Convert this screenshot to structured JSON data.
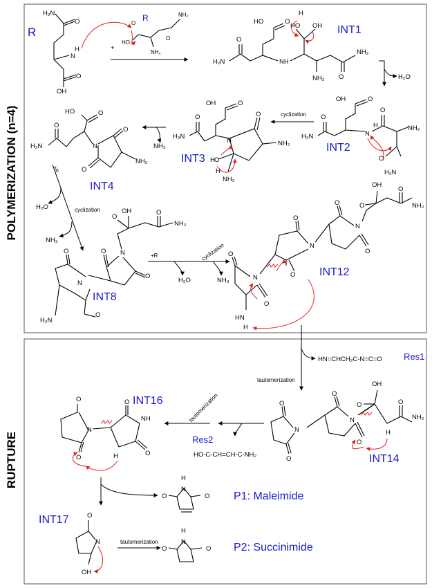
{
  "sections": {
    "polymerization": "POLYMERIZATION (n=4)",
    "rupture": "RUPTURE"
  },
  "labels": {
    "R": "R",
    "R_small": "R",
    "INT1": "INT1",
    "INT2": "INT2",
    "INT3": "INT3",
    "INT4": "INT4",
    "INT8": "INT8",
    "INT12": "INT12",
    "INT14": "INT14",
    "INT16": "INT16",
    "INT17": "INT17",
    "Res1": "Res1",
    "Res2": "Res2",
    "P1": "P1: Maleimide",
    "P2": "P2: Succinimide"
  },
  "steps": {
    "plus": "+",
    "cyclization": "cyclization",
    "plusR": "+R",
    "tautomerization": "tautomerization"
  },
  "groups": {
    "H2N": "H₂N",
    "NH2": "NH₂",
    "NH3": "NH₃",
    "H2O": "H₂O",
    "HO": "HO",
    "OH": "OH",
    "O": "O",
    "N": "N",
    "NH": "NH",
    "H": "H",
    "HN": "HN",
    "res1_formula": "HN=CHCH₂C-N=C=O",
    "res2_formula": "HO-C-CH=CH-C-NH₂"
  },
  "colors": {
    "label_blue": "#1a1ad0",
    "arrow_red": "#e0201b",
    "frame": "#555555"
  }
}
